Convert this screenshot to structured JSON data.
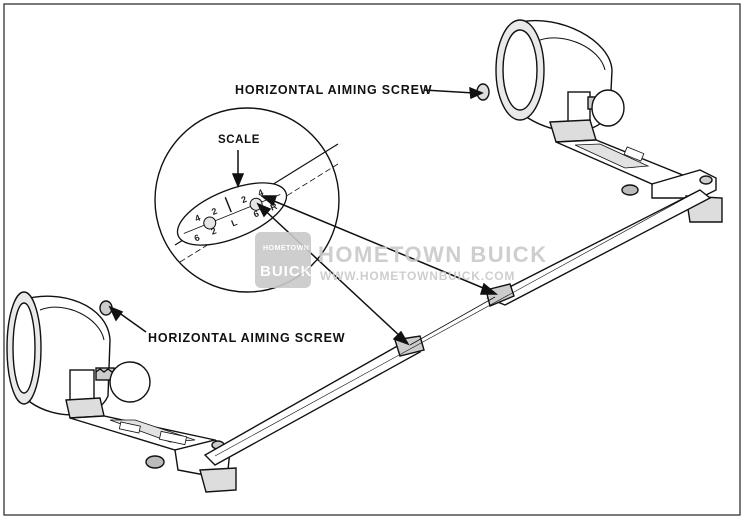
{
  "labels": {
    "top_screw": "HORIZONTAL AIMING SCREW",
    "bottom_screw": "HORIZONTAL AIMING SCREW",
    "scale": "SCALE"
  },
  "scale_marks": {
    "upper_row": [
      "4",
      "2",
      "",
      "2",
      "4"
    ],
    "lower_row": [
      "6",
      "2",
      "L",
      "6",
      "R"
    ]
  },
  "watermark": {
    "badge_top": "HOMETOWN",
    "badge_bottom": "BUICK",
    "title": "HOMETOWN BUICK",
    "url": "WWW.HOMETOWNBUICK.COM"
  },
  "colors": {
    "ink": "#111111",
    "watermark": "#c9c9c9"
  }
}
